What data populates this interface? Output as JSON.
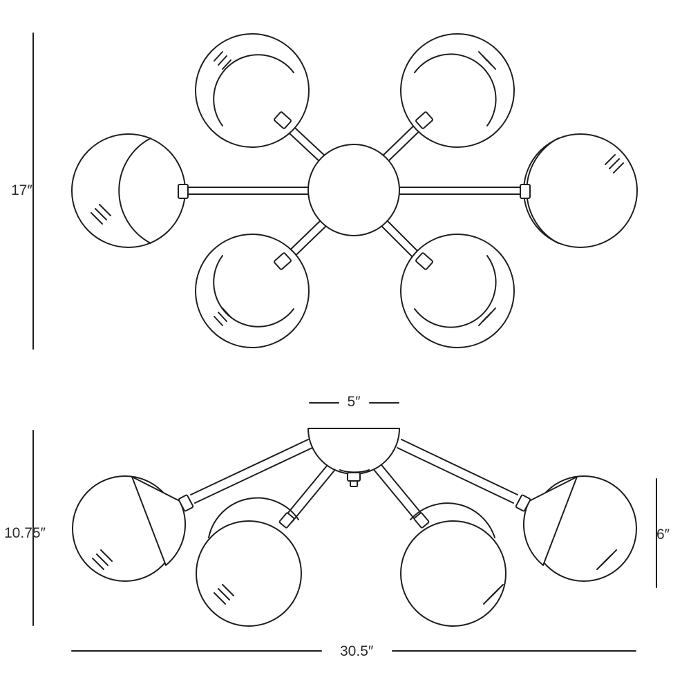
{
  "dimensions": {
    "top_view_height": "17″",
    "side_view_height": "10.75″",
    "canopy_width": "5″",
    "globe_height": "6″",
    "overall_width": "30.5″"
  },
  "colors": {
    "line": "#1e1e1e",
    "background": "#ffffff"
  }
}
